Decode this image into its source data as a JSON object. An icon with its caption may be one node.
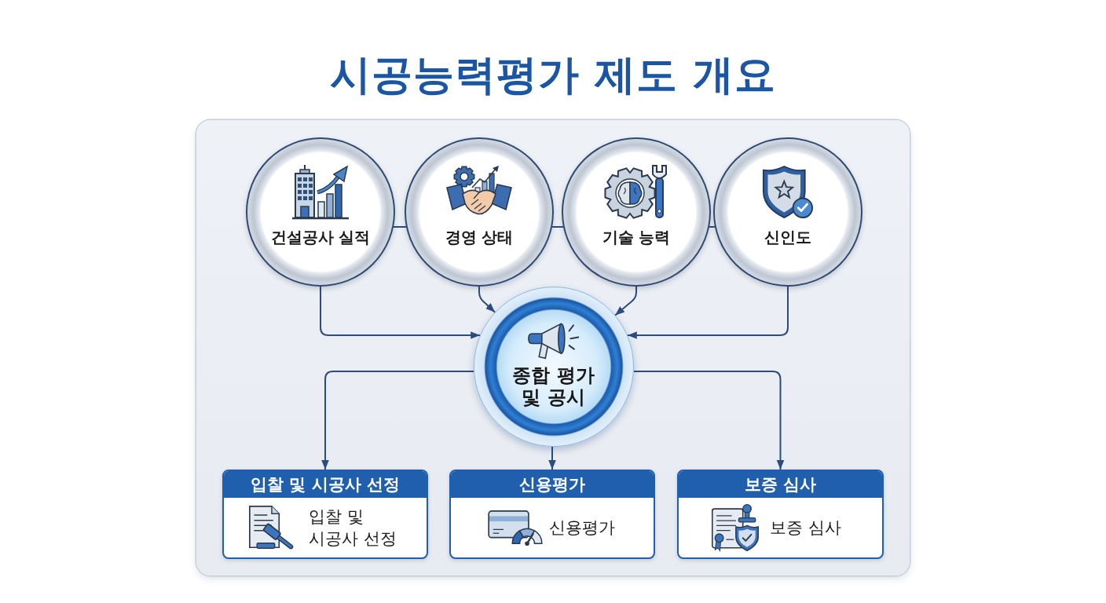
{
  "diagram": {
    "title": "시공능력평가 제도 개요",
    "nodes": [
      {
        "text": [],
        "shape": "box"
      },
      {
        "text": [
          "건설공사 실적"
        ],
        "in": 0
      },
      {
        "text": [
          "경영 상태"
        ],
        "in": 0
      },
      {
        "text": [
          "기술 능력"
        ],
        "in": 0
      },
      {
        "text": [
          "신인도"
        ],
        "in": 0
      },
      {
        "text": [
          "종합 평가 및 공시"
        ],
        "in": 0
      },
      {
        "text": [
          "입찰 및 시공사 선정",
          "입찰 및 시공사 선정"
        ],
        "in": 0
      },
      {
        "text": [
          "신용평가",
          "신용평가"
        ],
        "in": 0
      },
      {
        "text": [
          "보증 심사",
          "보증 심사"
        ],
        "in": 0
      }
    ],
    "edges": [
      {
        "from": 1,
        "to": 2,
        "arrow": "none"
      },
      {
        "from": 2,
        "to": 3,
        "arrow": "none"
      },
      {
        "from": 3,
        "to": 4,
        "arrow": "none"
      },
      {
        "from": 1,
        "to": 5,
        "arrow": "to"
      },
      {
        "from": 2,
        "to": 5,
        "arrow": "to"
      },
      {
        "from": 3,
        "to": 5,
        "arrow": "to"
      },
      {
        "from": 4,
        "to": 5,
        "arrow": "to"
      },
      {
        "from": 5,
        "to": 6,
        "arrow": "to"
      },
      {
        "from": 5,
        "to": 7,
        "arrow": "to"
      },
      {
        "from": 5,
        "to": 8,
        "arrow": "to"
      }
    ]
  }
}
